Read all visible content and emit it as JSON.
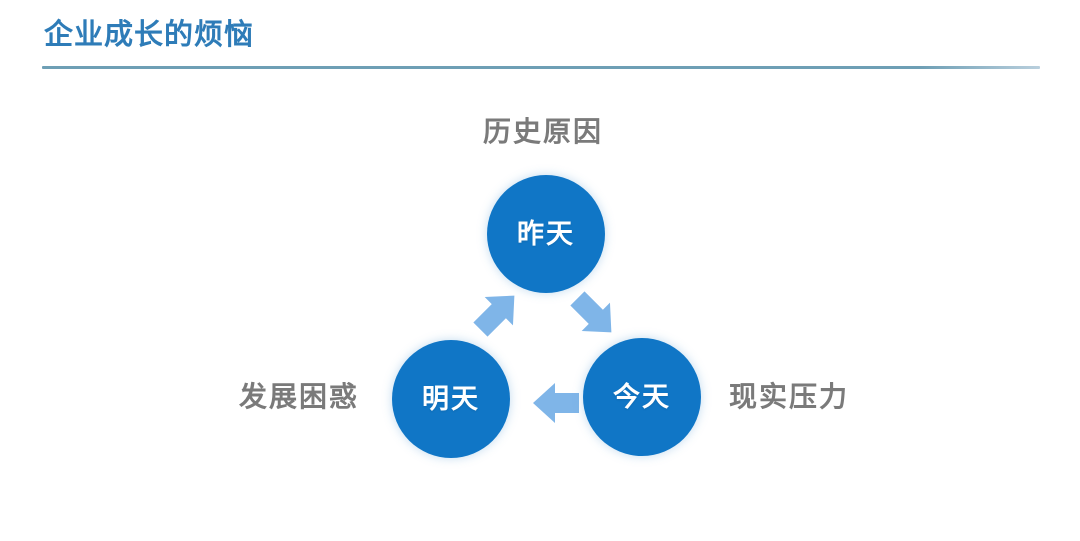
{
  "header": {
    "title": "企业成长的烦恼",
    "title_color": "#2E7CB8",
    "rule_color": "#6E9FB5"
  },
  "diagram": {
    "type": "cycle",
    "node_color": "#1076C6",
    "node_text_color": "#FFFFFF",
    "caption_color": "#7A7A7A",
    "arrow_color": "#7FB5E8",
    "nodes": [
      {
        "id": "yesterday",
        "label": "昨天",
        "caption": "历史原因",
        "caption_position": "above"
      },
      {
        "id": "today",
        "label": "今天",
        "caption": "现实压力",
        "caption_position": "right"
      },
      {
        "id": "tomorrow",
        "label": "明天",
        "caption": "发展困惑",
        "caption_position": "left"
      }
    ],
    "arrows": [
      {
        "id": "tomorrow-to-yesterday",
        "icon": "arrow-up-right-icon",
        "from": "tomorrow",
        "to": "yesterday"
      },
      {
        "id": "yesterday-to-today",
        "icon": "arrow-down-right-icon",
        "from": "yesterday",
        "to": "today"
      },
      {
        "id": "today-to-tomorrow",
        "icon": "arrow-left-icon",
        "from": "today",
        "to": "tomorrow"
      }
    ]
  }
}
